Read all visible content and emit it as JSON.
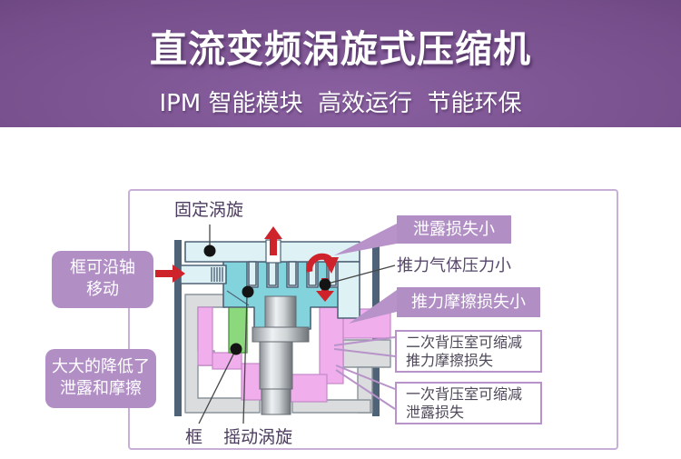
{
  "header": {
    "title": "直流变频涡旋式压缩机",
    "subtitle": "IPM 智能模块  高效运行  节能环保"
  },
  "diagram": {
    "part_labels": {
      "fixed_scroll": "固定涡旋",
      "frame": "框",
      "orbiting_scroll": "摇动涡旋"
    },
    "callouts": {
      "frame_axial": {
        "line1": "框可沿轴",
        "line2": "移动"
      },
      "reduce_loss": {
        "line1": "大大的降低了",
        "line2": "泄露和摩擦"
      },
      "leak_loss": "泄露损失小",
      "thrust_gas": "推力气体压力小",
      "thrust_friction": "推力摩擦损失小",
      "secondary_chamber": {
        "line1": "二次背压室可缩减",
        "line2": "推力摩擦损失"
      },
      "primary_chamber": {
        "line1": "一次背压室可缩减",
        "line2": "泄露损失"
      }
    }
  },
  "colors": {
    "purple_badge": "#b18fc5",
    "panel_border": "#c7afd7",
    "connector_purple": "#b793c9",
    "label_text": "#4d3d5e",
    "box_text": "#4e4858",
    "teal": "#82d3dc",
    "cyan": "#def2f5",
    "pink": "#f0aeec",
    "green": "#8cd87c",
    "red": "#cf232b",
    "slate": "#4e6377",
    "gray_fill": "#dadcde",
    "gray_stroke": "#8a939b",
    "header_light": "#8a60a0",
    "header_mid": "#744d89",
    "header_dark": "#4f2f61"
  }
}
